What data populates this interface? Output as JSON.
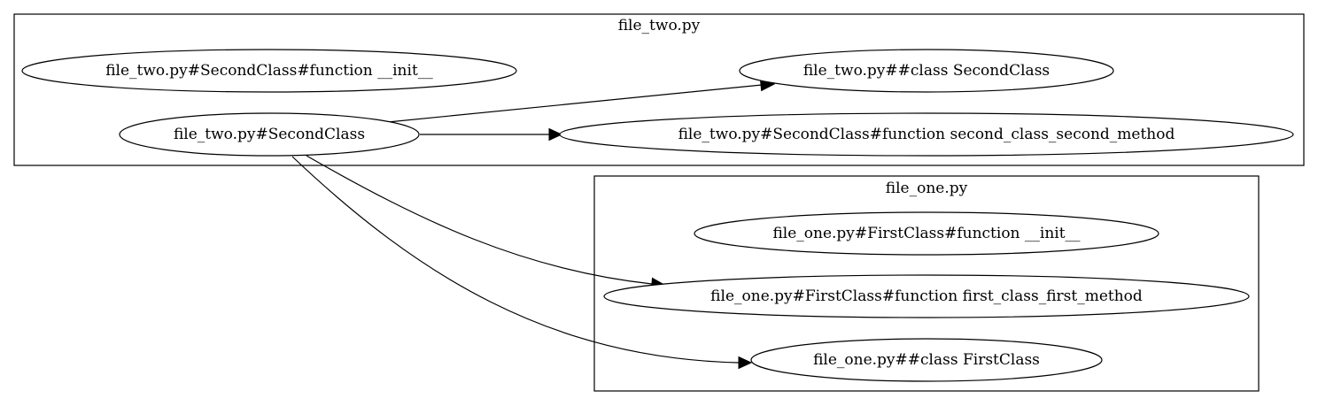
{
  "clusters": {
    "file_two": {
      "label": "file_two.py"
    },
    "file_one": {
      "label": "file_one.py"
    }
  },
  "nodes": {
    "second_init": {
      "label": "file_two.py#SecondClass#function __init__"
    },
    "second_class_def": {
      "label": "file_two.py##class SecondClass"
    },
    "second_class": {
      "label": "file_two.py#SecondClass"
    },
    "second_method": {
      "label": "file_two.py#SecondClass#function second_class_second_method"
    },
    "first_init": {
      "label": "file_one.py#FirstClass#function __init__"
    },
    "first_method": {
      "label": "file_one.py#FirstClass#function first_class_first_method"
    },
    "first_class_def": {
      "label": "file_one.py##class FirstClass"
    }
  },
  "edges": [
    {
      "from": "file_two.py#SecondClass",
      "to": "file_two.py##class SecondClass"
    },
    {
      "from": "file_two.py#SecondClass",
      "to": "file_two.py#SecondClass#function second_class_second_method"
    },
    {
      "from": "file_two.py#SecondClass",
      "to": "file_one.py#FirstClass#function first_class_first_method"
    },
    {
      "from": "file_two.py#SecondClass",
      "to": "file_one.py##class FirstClass"
    }
  ]
}
